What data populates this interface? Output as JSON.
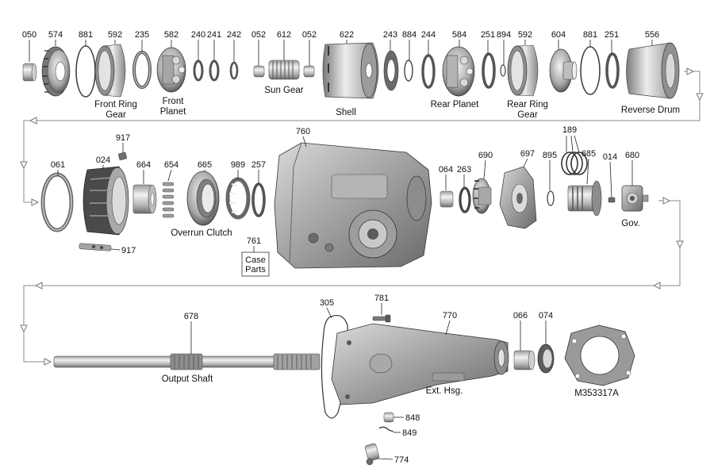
{
  "colors": {
    "metal_light": "#e6e6e6",
    "metal_mid": "#a9a9a9",
    "metal_dark": "#5a5a5a",
    "flow_line": "#8a8a8a",
    "text": "#111111"
  },
  "row1": {
    "labels": {
      "p050": "050",
      "p574": "574",
      "p881a": "881",
      "p592a": "592",
      "p235": "235",
      "p582": "582",
      "p240": "240",
      "p241": "241",
      "p242": "242",
      "p052a": "052",
      "p612": "612",
      "p052b": "052",
      "p622": "622",
      "p243": "243",
      "p884": "884",
      "p244": "244",
      "p584": "584",
      "p251a": "251",
      "p894": "894",
      "p592b": "592",
      "p604": "604",
      "p881b": "881",
      "p251b": "251",
      "p556": "556"
    },
    "captions": {
      "front_ring_gear_1": "Front Ring",
      "front_ring_gear_2": "Gear",
      "front_planet_1": "Front",
      "front_planet_2": "Planet",
      "sun_gear": "Sun Gear",
      "shell": "Shell",
      "rear_planet": "Rear Planet",
      "rear_ring_gear_1": "Rear Ring",
      "rear_ring_gear_2": "Gear",
      "reverse_drum": "Reverse Drum"
    }
  },
  "row2": {
    "labels": {
      "p061": "061",
      "p917a": "917",
      "p024": "024",
      "p664": "664",
      "p654": "654",
      "p665": "665",
      "p989": "989",
      "p257": "257",
      "p760": "760",
      "p761": "761",
      "p064": "064",
      "p263": "263",
      "p690": "690",
      "p697": "697",
      "p895": "895",
      "p189": "189",
      "p685": "685",
      "p014": "014",
      "p680": "680",
      "p917b": "917"
    },
    "captions": {
      "overrun_clutch": "Overrun Clutch",
      "case_parts_1": "Case",
      "case_parts_2": "Parts",
      "governor": "Gov."
    }
  },
  "row3": {
    "labels": {
      "p678": "678",
      "p305": "305",
      "p781": "781",
      "p770": "770",
      "p066": "066",
      "p074": "074",
      "p848": "848",
      "p849": "849",
      "p774": "774"
    },
    "captions": {
      "output_shaft": "Output Shaft",
      "ext_hsg": "Ext. Hsg.",
      "gasket_code": "M353317A"
    }
  }
}
